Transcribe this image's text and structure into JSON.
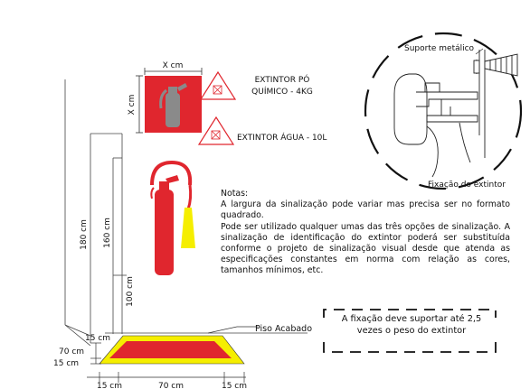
{
  "sign": {
    "width_label": "X cm",
    "height_label": "X cm",
    "color": "#e0262e"
  },
  "legend": [
    {
      "text_line1": "EXTINTOR PÓ",
      "text_line2": "QUÍMICO - 4KG"
    },
    {
      "text_line1": "EXTINTOR ÁGUA - 10L"
    }
  ],
  "detail": {
    "bracket_label": "Suporte metálico",
    "caption": "Fixação do extintor"
  },
  "notes": {
    "title": "Notas:",
    "paragraph1": "A largura da sinalização pode variar mas precisa ser no formato quadrado.",
    "paragraph2": "Pode ser utilizado qualquer umas das três opções de sinalização. A sinalização de identificação do extintor poderá ser substituída conforme o projeto de sinalização visual desde que atenda as especificações constantes em norma com relação as cores, tamanhos mínimos, etc."
  },
  "dimensions": {
    "h180": "180 cm",
    "h160": "160 cm",
    "h100": "100 cm",
    "floor_15": "15 cm",
    "depth_70": "70 cm",
    "depth_15": "15 cm",
    "bottom_left_15": "15 cm",
    "bottom_mid_70": "70 cm",
    "bottom_right_15": "15 cm"
  },
  "floor_label": "Piso Acabado",
  "fixation_note": {
    "line1": "A fixação deve suportar até 2,5",
    "line2": "vezes o peso do extintor"
  },
  "colors": {
    "red": "#e0262e",
    "yellow": "#f5ee00",
    "gray": "#888888"
  }
}
